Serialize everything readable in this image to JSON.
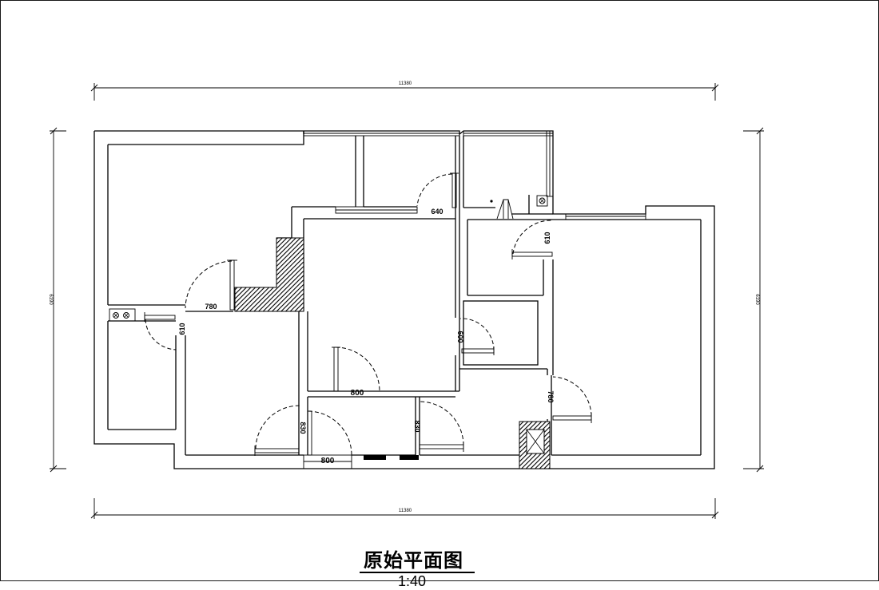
{
  "drawing": {
    "title": "原始平面图",
    "scale": "1:40"
  },
  "dimensions": {
    "overall_width_top": "11380",
    "overall_width_bottom": "11380",
    "overall_height_left": "6190",
    "overall_height_right": "6190"
  },
  "door_labels": {
    "d640": "640",
    "d780": "780",
    "d610_left": "610",
    "d610_right": "610",
    "d600": "600",
    "d800_mid": "800",
    "d830_left": "830",
    "d830_right": "830",
    "d800_bottom": "800",
    "d780_right": "780"
  }
}
